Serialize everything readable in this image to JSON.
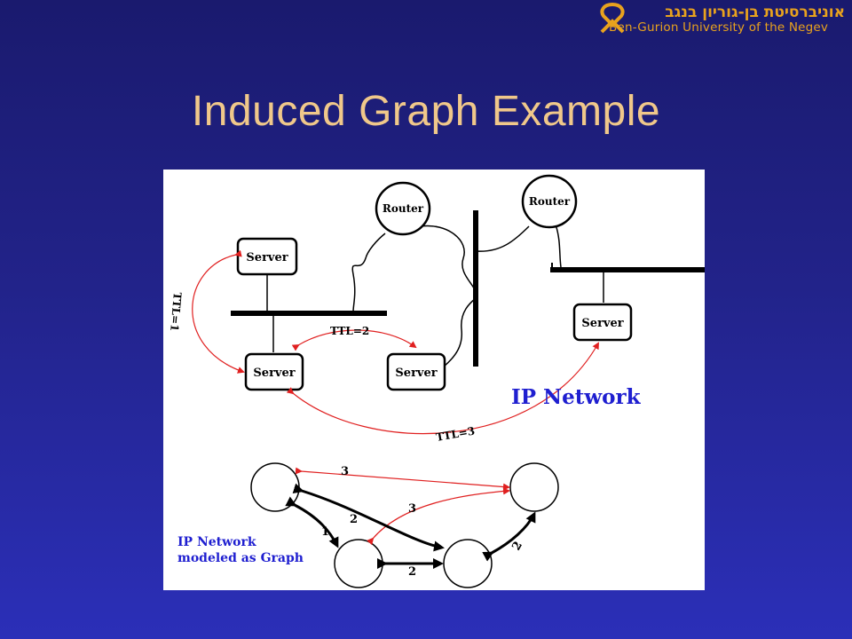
{
  "logo": {
    "hebrew": "אוניברסיטת בן-גוריון בנגב",
    "english": "Ben-Gurion University of the Negev",
    "color": "#e8a21e"
  },
  "slide": {
    "title": "Induced Graph Example",
    "title_color": "#f0c88a"
  },
  "diagram": {
    "routers": [
      "Router",
      "Router"
    ],
    "servers": [
      "Server",
      "Server",
      "Server",
      "Server"
    ],
    "ttl_labels": [
      "TTL=1",
      "TTL=2",
      "TTL=3"
    ],
    "network_label": "IP Network",
    "graph_caption_line1": "IP Network",
    "graph_caption_line2": "modeled as Graph",
    "edge_labels": [
      "3",
      "3",
      "2",
      "1",
      "2",
      "2"
    ],
    "colors": {
      "arrow": "#e02020",
      "label_blue": "#1f1fd0",
      "line": "#000000"
    }
  }
}
